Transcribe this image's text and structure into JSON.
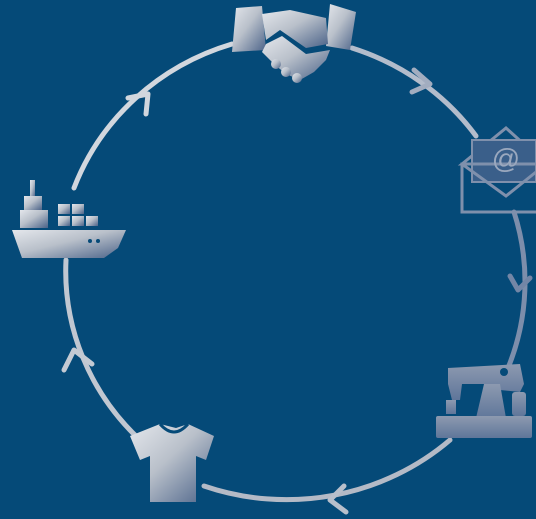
{
  "diagram": {
    "type": "cycle",
    "background": "#054a78",
    "gradient": {
      "light": "#d9dde3",
      "dark": "#3c5983"
    },
    "nodes": [
      {
        "name": "handshake-icon",
        "order": 1
      },
      {
        "name": "email-envelope-icon",
        "order": 2,
        "text": "@"
      },
      {
        "name": "sewing-machine-icon",
        "order": 3
      },
      {
        "name": "t-shirt-icon",
        "order": 4
      },
      {
        "name": "cargo-ship-icon",
        "order": 5
      }
    ],
    "direction": "clockwise"
  }
}
